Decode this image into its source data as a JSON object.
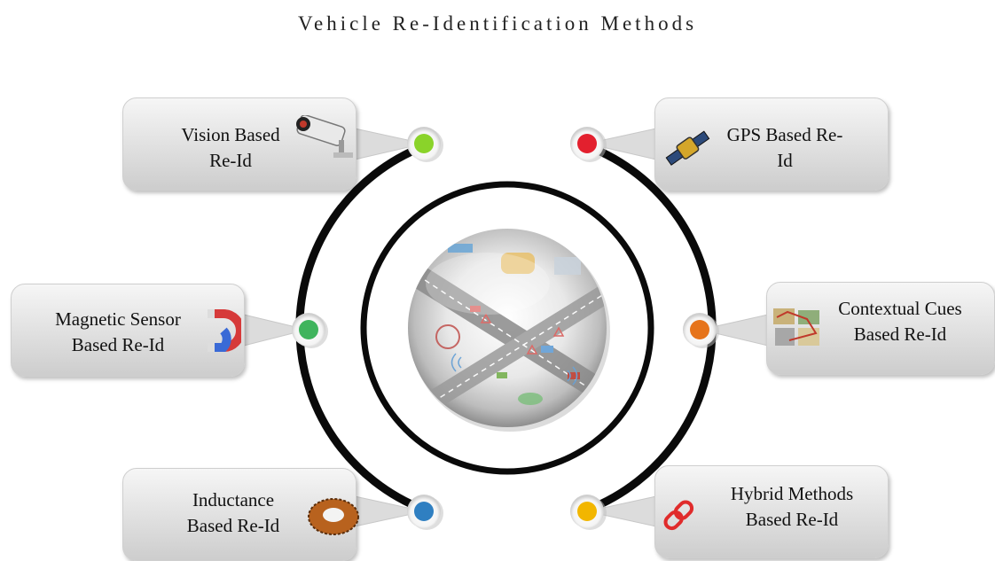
{
  "title": "Vehicle Re-Identification Methods",
  "methods": [
    {
      "label": "Vision Based\nRe-Id",
      "dot_color": "#8ad32a",
      "icon": "security-camera-icon"
    },
    {
      "label": "GPS Based Re-\nId",
      "dot_color": "#e3202e",
      "icon": "satellite-icon"
    },
    {
      "label": "Magnetic Sensor\nBased Re-Id",
      "dot_color": "#3fb45d",
      "icon": "magnet-icon"
    },
    {
      "label": "Contextual Cues\nBased Re-Id",
      "dot_color": "#e6741b",
      "icon": "map-collage-icon"
    },
    {
      "label": "Inductance\nBased Re-Id",
      "dot_color": "#2f7fc1",
      "icon": "inductor-coil-icon"
    },
    {
      "label": "Hybrid Methods\nBased Re-Id",
      "dot_color": "#f2b600",
      "icon": "chain-link-icon"
    }
  ],
  "center_image": "smart-city-traffic-scene"
}
